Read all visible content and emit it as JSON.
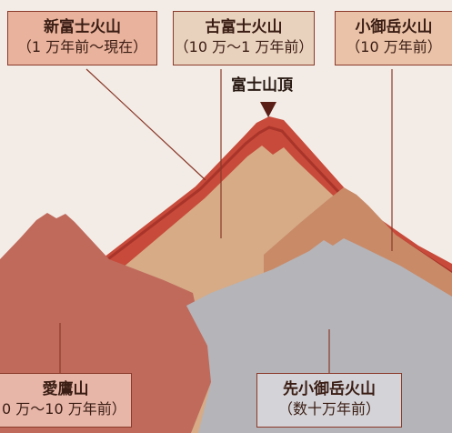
{
  "summit": {
    "label": "富士山頂"
  },
  "volcanoes": {
    "shin_fuji": {
      "name": "新富士火山",
      "era": "（1 万年前〜現在）",
      "color": "#c84a3a"
    },
    "ko_fuji": {
      "name": "古富士火山",
      "era": "（10 万〜1 万年前）",
      "color": "#d6ab86"
    },
    "komitake": {
      "name": "小御岳火山",
      "era": "（10 万年前）",
      "color": "#c98a68"
    },
    "ashitaka": {
      "name": "愛鷹山",
      "era": "0 万〜10 万年前）",
      "color": "#c06a5c"
    },
    "sen_komitake": {
      "name": "先小御岳火山",
      "era": "（数十万年前）",
      "color": "#b5b4b8"
    }
  }
}
